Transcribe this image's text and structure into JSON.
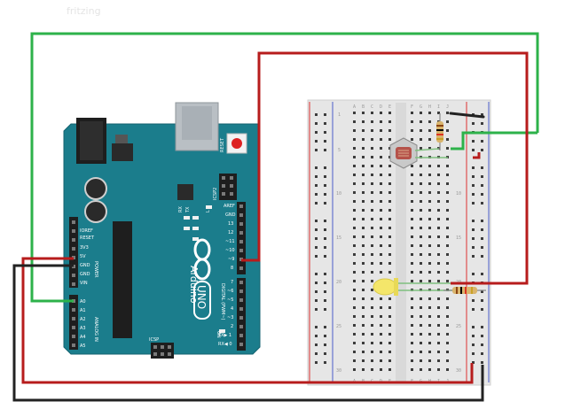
{
  "watermark": "fritzing",
  "board": {
    "brand": "Arduino",
    "model": "UNO",
    "reset_label": "RESET",
    "icsp_label": "ICSP",
    "icsp2_label": "ICSP2",
    "tx_label": "TX",
    "rx_label": "RX",
    "l_label": "L",
    "on_label": "ON",
    "power_label": "POWER",
    "analog_label": "ANALOG IN",
    "digital_label": "DIGITAL (PWM~)",
    "power_pins": [
      "IOREF",
      "RESET",
      "3V3",
      "5V",
      "GND",
      "GND",
      "VIN"
    ],
    "analog_pins": [
      "A0",
      "A1",
      "A2",
      "A3",
      "A4",
      "A5"
    ],
    "digital_top": [
      "AREF",
      "GND",
      "13",
      "12",
      "~11",
      "~10",
      "~9",
      "8"
    ],
    "digital_bottom": [
      "7",
      "~6",
      "~5",
      "4",
      "~3",
      "2",
      "TX▶ 1",
      "RX◀ 0"
    ]
  },
  "breadboard": {
    "col_letters_left": [
      "A",
      "B",
      "C",
      "D",
      "E"
    ],
    "col_letters_right": [
      "F",
      "G",
      "H",
      "I",
      "J"
    ],
    "row_numbers": [
      "1",
      "5",
      "10",
      "15",
      "20",
      "25",
      "30"
    ]
  },
  "colors": {
    "board": "#1b7d8c",
    "wire_red": "#b71c1c",
    "wire_green": "#2db24a",
    "wire_black": "#222222",
    "led": "#f4e66a"
  }
}
